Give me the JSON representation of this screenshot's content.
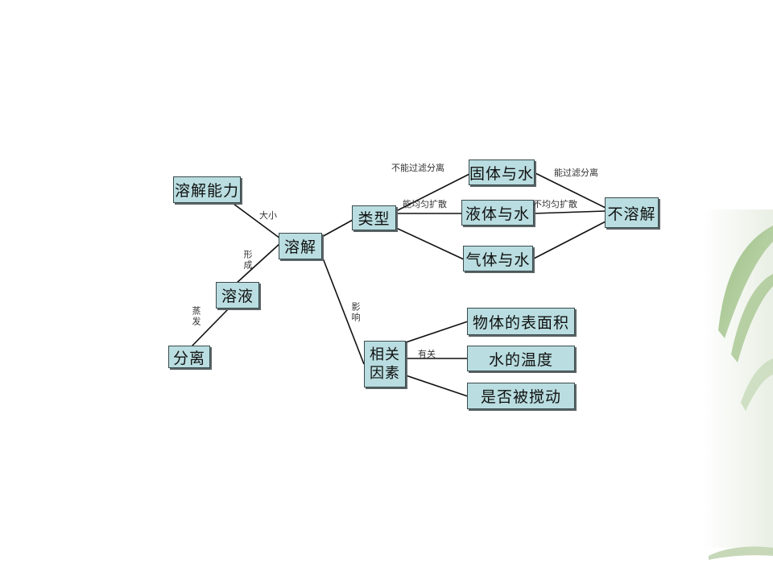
{
  "nodes": {
    "solubility": "溶解能力",
    "dissolve": "溶解",
    "solution": "溶液",
    "separation": "分离",
    "types": "类型",
    "related_factors_line1": "相关",
    "related_factors_line2": "因素",
    "solid_water": "固体与水",
    "liquid_water": "液体与水",
    "gas_water": "气体与水",
    "insoluble": "不溶解",
    "surface_area": "物体的表面积",
    "water_temperature": "水的温度",
    "stirred": "是否被搅动"
  },
  "edge_labels": {
    "size": "大小",
    "form": "形成",
    "evaporate": "蒸发",
    "influence": "影响",
    "related": "有关",
    "cannot_filter": "不能过滤分离",
    "even_diffuse": "能均匀扩散",
    "can_filter": "能过滤分离",
    "uneven_diffuse": "不均匀扩散"
  },
  "colors": {
    "node_fill": "#b9dde0",
    "node_border": "#3a4a4c",
    "edge": "#111111"
  }
}
